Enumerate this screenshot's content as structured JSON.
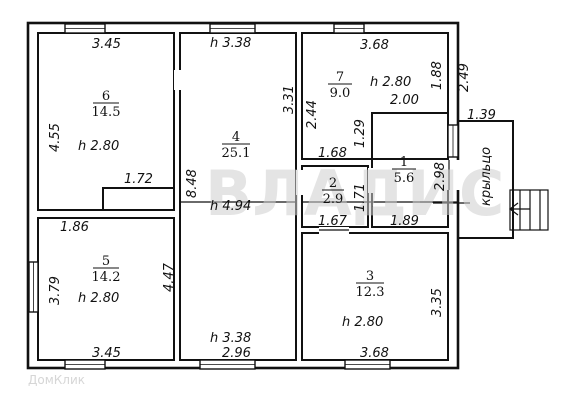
{
  "rooms": [
    {
      "id": "room-6",
      "number": "6",
      "area": "14.5",
      "height": "h  2.80"
    },
    {
      "id": "room-4",
      "number": "4",
      "area": "25.1",
      "height": "h  3.38"
    },
    {
      "id": "room-7",
      "number": "7",
      "area": "9.0",
      "height": "h  2.80"
    },
    {
      "id": "room-1",
      "number": "1",
      "area": "5.6"
    },
    {
      "id": "room-2",
      "number": "2",
      "area": "2.9"
    },
    {
      "id": "room-5",
      "number": "5",
      "area": "14.2",
      "height": "h  2.80"
    },
    {
      "id": "room-3",
      "number": "3",
      "area": "12.3",
      "height": "h  2.80"
    }
  ],
  "labels": {
    "h_4_94": "h  4.94",
    "h_3_38_bottom": "h  3.38",
    "porch": "крыльцо"
  },
  "dimensions": [
    "3.45",
    "3.68",
    "2.49",
    "1.88",
    "2.00",
    "1.39",
    "4.55",
    "3.31",
    "2.44",
    "1.29",
    "1.68",
    "8.48",
    "1.72",
    "2.98",
    "1.71",
    "1.86",
    "1.67",
    "1.89",
    "3.79",
    "4.47",
    "3.35",
    "3.45",
    "2.96",
    "3.68"
  ],
  "watermark": {
    "logo": "ВЛАДИС",
    "site": "ДомКлик"
  }
}
